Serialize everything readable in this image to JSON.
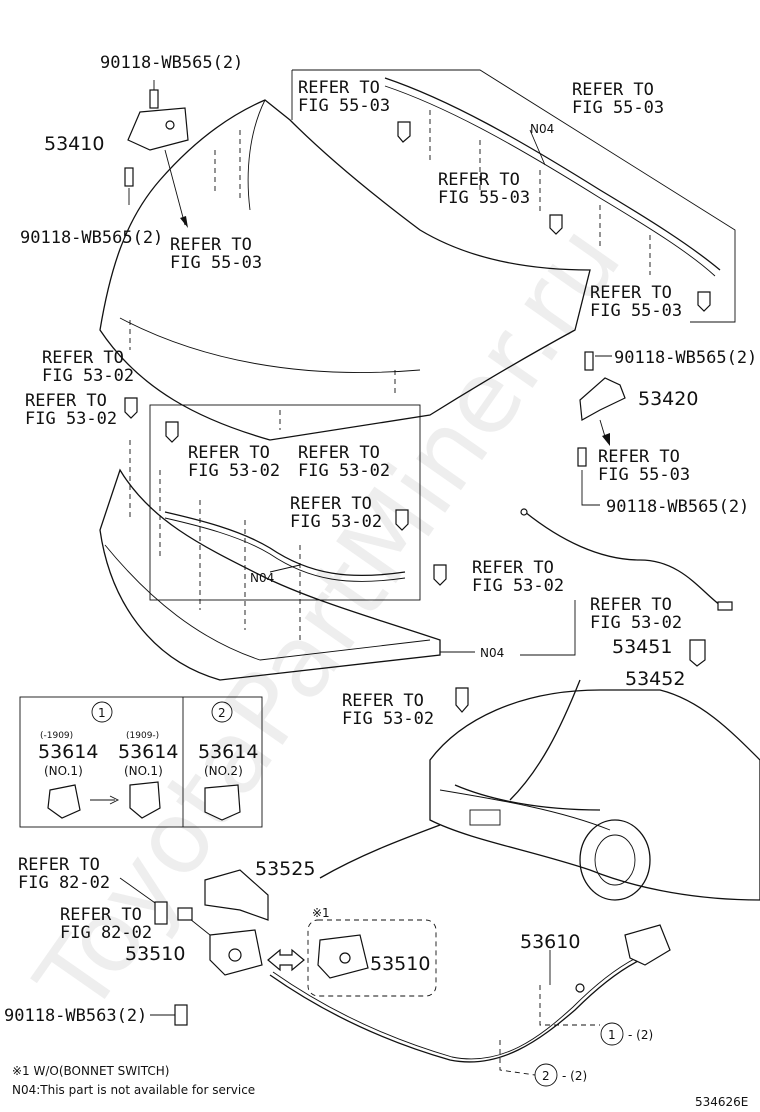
{
  "watermark": "ToyotaPartMiner.ru",
  "part_numbers": {
    "p53410": "53410",
    "p53420": "53420",
    "p53451": "53451",
    "p53452": "53452",
    "p53525": "53525",
    "p53510": "53510",
    "p53510b": "53510",
    "p53610": "53610",
    "p53614a": "53614",
    "p53614b": "53614",
    "p53614c": "53614"
  },
  "bolts": {
    "b1": "90118-WB565(2)",
    "b2": "90118-WB565(2)",
    "b3": "90118-WB565(2)",
    "b4": "90118-WB565(2)",
    "b5": "90118-WB563(2)"
  },
  "refer": {
    "r5503_a1": "REFER TO",
    "r5503_a2": "FIG 55-03",
    "r5503_b1": "REFER TO",
    "r5503_b2": "FIG 55-03",
    "r5503_c1": "REFER TO",
    "r5503_c2": "FIG 55-03",
    "r5503_d1": "REFER TO",
    "r5503_d2": "FIG 55-03",
    "r5503_e1": "REFER TO",
    "r5503_e2": "FIG 55-03",
    "r5503_f1": "REFER TO",
    "r5503_f2": "FIG 55-03",
    "r5302_a1": "REFER TO",
    "r5302_a2": "FIG 53-02",
    "r5302_b1": "REFER TO",
    "r5302_b2": "FIG 53-02",
    "r5302_c1": "REFER TO",
    "r5302_c2": "FIG 53-02",
    "r5302_d1": "REFER TO",
    "r5302_d2": "FIG 53-02",
    "r5302_e1": "REFER TO",
    "r5302_e2": "FIG 53-02",
    "r5302_f1": "REFER TO",
    "r5302_f2": "FIG 53-02",
    "r5302_g1": "REFER TO",
    "r5302_g2": "FIG 53-02",
    "r5302_h1": "REFER TO",
    "r5302_h2": "FIG 53-02",
    "r8202_a1": "REFER TO",
    "r8202_a2": "FIG 82-02",
    "r8202_b1": "REFER TO",
    "r8202_b2": "FIG 82-02"
  },
  "n04": {
    "a": "N04",
    "b": "N04",
    "c": "N04"
  },
  "inset": {
    "circle1": "1",
    "circle2": "2",
    "date_a": "(-1909)",
    "date_b": "(1909-)",
    "no1a": "(NO.1)",
    "no1b": "(NO.1)",
    "no2": "(NO.2)"
  },
  "switch_note_mark": "※1",
  "cable_legend": {
    "c1": "1",
    "c1_suffix": "- (2)",
    "c2": "2",
    "c2_suffix": "- (2)"
  },
  "notes": {
    "n1": "※1 W/O(BONNET SWITCH)",
    "n2": "N04:This part is not available for service"
  },
  "figure_code": "534626E"
}
